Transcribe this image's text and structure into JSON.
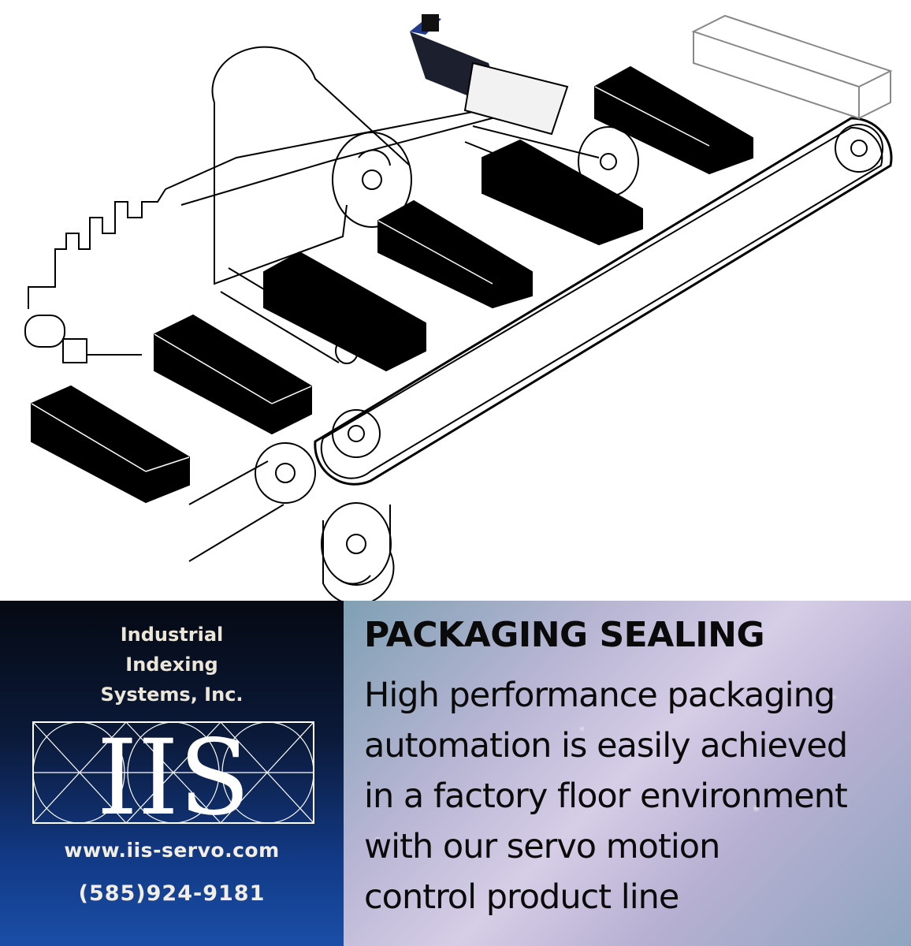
{
  "company": {
    "name_lines": [
      "Industrial",
      "Indexing",
      "Systems, Inc."
    ],
    "logo_text": "IIS",
    "website": "www.iis-servo.com",
    "phone": "(585)924-9181"
  },
  "headline": "PACKAGING SEALING",
  "body_lines": [
    "High performance packaging",
    "automation is easily achieved",
    "in a factory floor environment",
    "with our servo motion",
    "control product line"
  ],
  "colors": {
    "brand_panel_top": "#050912",
    "brand_panel_bottom": "#1a4ea6",
    "text_color": "#0a0a0a"
  }
}
